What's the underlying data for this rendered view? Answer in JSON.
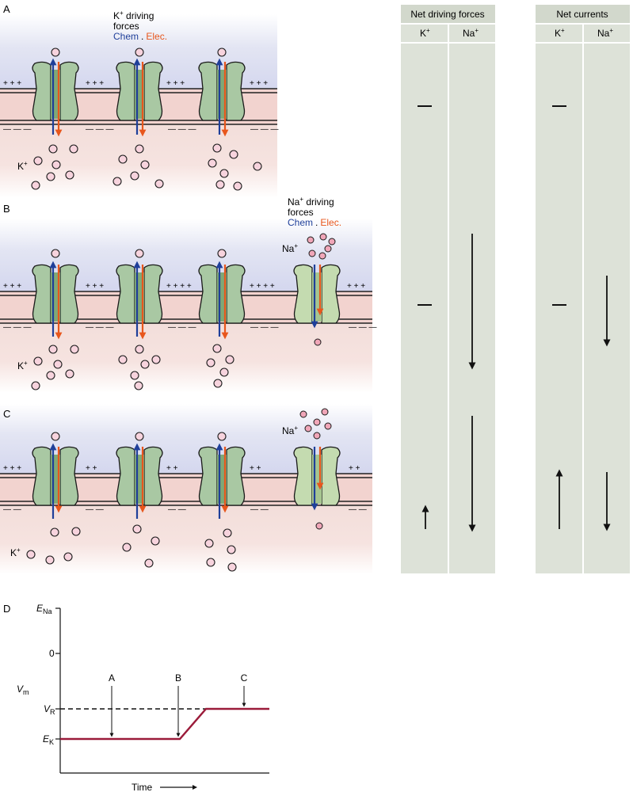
{
  "panels": {
    "a": {
      "letter": "A",
      "k_forces_title": "K",
      "k_forces_sup": "+",
      "k_forces_line1": " driving",
      "k_forces_line2": "forces",
      "chem": "Chem",
      "dot": ".",
      "elec": "Elec.",
      "k_label": "K",
      "k_sup": "+"
    },
    "b": {
      "letter": "B",
      "na_forces_title": "Na",
      "na_forces_sup": "+",
      "na_forces_line1": " driving",
      "na_forces_line2": "forces",
      "chem": "Chem",
      "dot": ".",
      "elec": "Elec.",
      "na_label": "Na",
      "na_sup": "+",
      "k_label": "K",
      "k_sup": "+"
    },
    "c": {
      "letter": "C",
      "na_label": "Na",
      "na_sup": "+",
      "k_label": "K",
      "k_sup": "+"
    },
    "d": {
      "letter": "D",
      "y_label_e": "E",
      "y_label_na_sub": "Na",
      "y_zero": "0",
      "y_vm": "V",
      "y_vm_sub": "m",
      "y_vr": "V",
      "y_vr_sub": "R",
      "y_ek": "E",
      "y_ek_sub": "K",
      "marker_a": "A",
      "marker_b": "B",
      "marker_c": "C",
      "x_label": "Time"
    }
  },
  "tables": {
    "driving": {
      "title": "Net driving forces",
      "col_k": "K",
      "col_k_sup": "+",
      "col_na": "Na",
      "col_na_sup": "+"
    },
    "currents": {
      "title": "Net currents",
      "col_k": "K",
      "col_k_sup": "+",
      "col_na": "Na",
      "col_na_sup": "+"
    }
  },
  "colors": {
    "chem_blue": "#1f3f9a",
    "elec_orange": "#e8561c",
    "channel_green": "#a9c8a3",
    "na_channel_green": "#c4dbb0",
    "ion_pink": "#f7d3dd",
    "trace": "#9b1b3a",
    "column_bg": "#dde2d8"
  }
}
